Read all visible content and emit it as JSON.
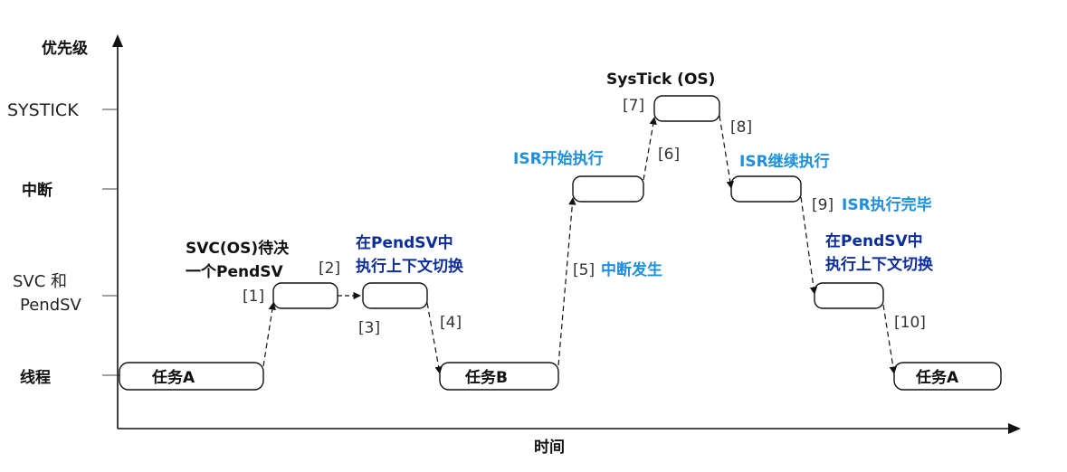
{
  "axes": {
    "y_title": "优先级",
    "x_title": "时间"
  },
  "levels": {
    "systick": "SYSTICK",
    "interrupt": "中断",
    "svc_line1": "SVC 和",
    "svc_line2": "PendSV",
    "thread": "线程"
  },
  "tasks": {
    "task_a_start": "任务A",
    "task_b": "任务B",
    "task_a_end": "任务A",
    "systick_os": "SysTick (OS)"
  },
  "annotations": {
    "svc_wait_line1": "SVC(OS)待决",
    "svc_wait_line2": "一个PendSV",
    "pendsv_switch1_line1": "在PendSV中",
    "pendsv_switch1_line2": "执行上下文切换",
    "isr_start": "ISR开始执行",
    "irq_occurs": "中断发生",
    "isr_continue": "ISR继续执行",
    "isr_done": "ISR执行完毕",
    "pendsv_switch2_line1": "在PendSV中",
    "pendsv_switch2_line2": "执行上下文切换"
  },
  "steps": {
    "s1": "[1]",
    "s2": "[2]",
    "s3": "[3]",
    "s4": "[4]",
    "s5": "[5]",
    "s6": "[6]",
    "s7": "[7]",
    "s8": "[8]",
    "s9": "[9]",
    "s10": "[10]"
  },
  "colors": {
    "dark_blue": "#0b2e9c",
    "light_blue": "#1e8fe0",
    "ink": "#111111",
    "step_gray": "#333333"
  }
}
